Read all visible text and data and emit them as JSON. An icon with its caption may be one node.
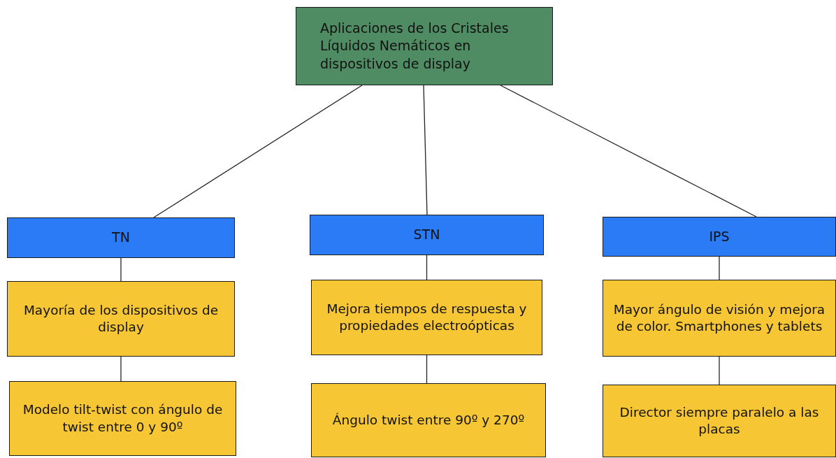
{
  "diagram": {
    "nodes": [
      {
        "text": [
          "Aplicaciones de los Cristales Líquidos Nemáticos en dispositivos de display"
        ]
      },
      {
        "text": [
          "TN"
        ]
      },
      {
        "text": [
          "STN"
        ]
      },
      {
        "text": [
          "IPS"
        ]
      },
      {
        "text": [
          "Mayoría de los dispositivos de display"
        ]
      },
      {
        "text": [
          "Mejora tiempos de respuesta y propiedades electroópticas"
        ]
      },
      {
        "text": [
          "Mayor ángulo de visión y mejora de color. Smartphones y tablets"
        ]
      },
      {
        "text": [
          "Modelo tilt-twist con ángulo de twist entre 0 y 90º"
        ]
      },
      {
        "text": [
          "Ángulo twist entre 90º y 270º"
        ]
      },
      {
        "text": [
          "Director siempre paralelo a las placas"
        ]
      }
    ],
    "edges": [
      {
        "from": 0,
        "to": 1,
        "arrow": "none"
      },
      {
        "from": 0,
        "to": 2,
        "arrow": "none"
      },
      {
        "from": 0,
        "to": 3,
        "arrow": "none"
      },
      {
        "from": 1,
        "to": 4,
        "arrow": "none"
      },
      {
        "from": 2,
        "to": 5,
        "arrow": "none"
      },
      {
        "from": 3,
        "to": 6,
        "arrow": "none"
      },
      {
        "from": 4,
        "to": 7,
        "arrow": "none"
      },
      {
        "from": 5,
        "to": 8,
        "arrow": "none"
      },
      {
        "from": 6,
        "to": 9,
        "arrow": "none"
      }
    ]
  }
}
